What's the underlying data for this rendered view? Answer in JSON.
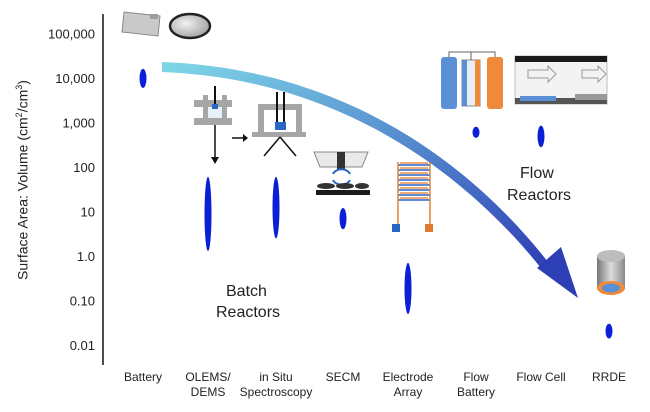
{
  "chart_data": {
    "type": "scatter",
    "title": "",
    "ylabel_main": "Surface Area: Volume (cm",
    "ylabel_sup1": "2",
    "ylabel_mid": "/cm",
    "ylabel_sup2": "3",
    "ylabel_end": ")",
    "yscale": "log",
    "ylim": [
      0.006,
      400000
    ],
    "y_ticks": [
      {
        "value": 100000,
        "label": "100,000"
      },
      {
        "value": 10000,
        "label": "10,000"
      },
      {
        "value": 1000,
        "label": "1,000"
      },
      {
        "value": 100,
        "label": "100"
      },
      {
        "value": 10,
        "label": "10"
      },
      {
        "value": 1,
        "label": "1.0"
      },
      {
        "value": 0.1,
        "label": "0.10"
      },
      {
        "value": 0.01,
        "label": "0.01"
      }
    ],
    "categories": [
      {
        "label": [
          "Battery"
        ],
        "low": 6000,
        "high": 16000
      },
      {
        "label": [
          "OLEMS/",
          "DEMS"
        ],
        "low": 1.3,
        "high": 60
      },
      {
        "label": [
          "in Situ",
          "Spectroscopy"
        ],
        "low": 2.5,
        "high": 60
      },
      {
        "label": [
          "SECM"
        ],
        "low": 4,
        "high": 12
      },
      {
        "label": [
          "Electrode",
          "Array"
        ],
        "low": 0.05,
        "high": 0.7
      },
      {
        "label": [
          "Flow",
          "Battery"
        ],
        "low": 450,
        "high": 800
      },
      {
        "label": [
          "Flow Cell"
        ],
        "low": 280,
        "high": 850
      },
      {
        "label": [
          "RRDE"
        ],
        "low": 0.014,
        "high": 0.03
      }
    ],
    "annotations": [
      {
        "lines": [
          "Batch",
          "Reactors"
        ]
      },
      {
        "lines": [
          "Flow",
          "Reactors"
        ]
      }
    ],
    "grid": false,
    "legend": "none",
    "colors": {
      "marker": "#0a1fd6",
      "arrow_start": "#7fd8e8",
      "arrow_end": "#2d3fb5",
      "axis": "#222222"
    }
  }
}
